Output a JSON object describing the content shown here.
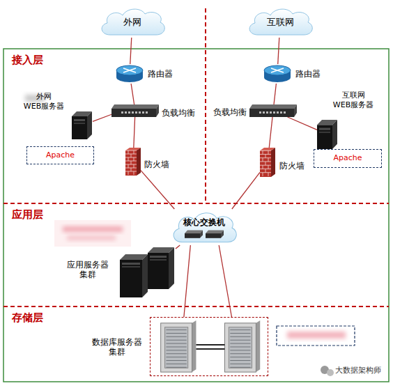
{
  "diagram": {
    "nodes": [
      {
        "text": [
          "外网"
        ]
      },
      {
        "text": [
          "互联网"
        ]
      },
      {
        "text": [
          "接入层"
        ]
      },
      {
        "text": [
          "路由器"
        ],
        "in": 2
      },
      {
        "text": [
          "负载均衡"
        ],
        "in": 2
      },
      {
        "text": [
          "外网 WEB服务器"
        ],
        "in": 2
      },
      {
        "text": [
          "Apache"
        ],
        "in": 2
      },
      {
        "text": [
          "防火墙"
        ],
        "in": 2
      },
      {
        "text": [
          "路由器"
        ],
        "in": 2
      },
      {
        "text": [
          "负载均衡"
        ],
        "in": 2
      },
      {
        "text": [
          "互联网 WEB服务器"
        ],
        "in": 2
      },
      {
        "text": [
          "Apache"
        ],
        "in": 2
      },
      {
        "text": [
          "防火墙"
        ],
        "in": 2
      },
      {
        "text": [
          "应用层"
        ]
      },
      {
        "text": [
          "核心交换机"
        ],
        "in": 13
      },
      {
        "text": [
          "应用服务器 集群"
        ],
        "in": 13
      },
      {
        "text": [
          "存储层"
        ]
      },
      {
        "text": [
          "数据库服务器 集群"
        ],
        "in": 16
      }
    ],
    "edges": [
      {
        "from": 0,
        "to": 3,
        "arrow": "none"
      },
      {
        "from": 3,
        "to": 4,
        "arrow": "none"
      },
      {
        "from": 4,
        "to": 5,
        "arrow": "none"
      },
      {
        "from": 4,
        "to": 7,
        "arrow": "none"
      },
      {
        "from": 7,
        "to": 14,
        "arrow": "none"
      },
      {
        "from": 1,
        "to": 8,
        "arrow": "none"
      },
      {
        "from": 8,
        "to": 9,
        "arrow": "none"
      },
      {
        "from": 9,
        "to": 10,
        "arrow": "none"
      },
      {
        "from": 9,
        "to": 12,
        "arrow": "none"
      },
      {
        "from": 12,
        "to": 14,
        "arrow": "none"
      },
      {
        "from": 14,
        "to": 15,
        "arrow": "none"
      },
      {
        "from": 14,
        "to": 17,
        "arrow": "none"
      },
      {
        "from": 14,
        "to": 17,
        "arrow": "none"
      }
    ],
    "labels": [
      "大数据架构师"
    ]
  }
}
